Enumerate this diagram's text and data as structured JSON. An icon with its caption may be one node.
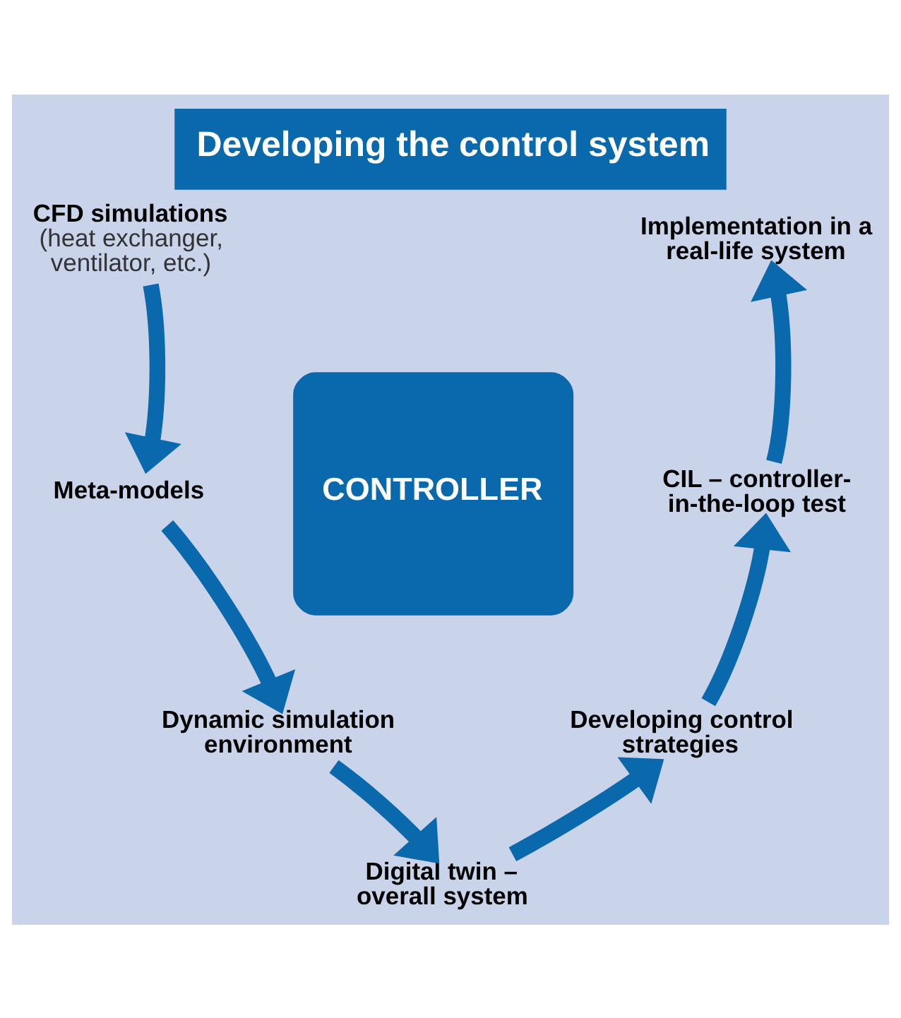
{
  "diagram": {
    "title": "Developing the control system",
    "nodes": [
      {
        "text": [
          "CFD simulations",
          "(heat exchanger, ventilator, etc.)"
        ]
      },
      {
        "text": [
          "Meta-models"
        ]
      },
      {
        "text": [
          "Dynamic simulation environment"
        ]
      },
      {
        "text": [
          "Digital twin – overall system"
        ]
      },
      {
        "text": [
          "Developing control strategies"
        ]
      },
      {
        "text": [
          "CIL – controller-in-the-loop test"
        ]
      },
      {
        "text": [
          "Implementation in a real-life system"
        ]
      },
      {
        "text": [
          "CONTROLLER"
        ]
      }
    ],
    "edges": [
      {
        "from": 0,
        "to": 1,
        "arrow": "to"
      },
      {
        "from": 1,
        "to": 2,
        "arrow": "to"
      },
      {
        "from": 2,
        "to": 3,
        "arrow": "to"
      },
      {
        "from": 3,
        "to": 4,
        "arrow": "to"
      },
      {
        "from": 4,
        "to": 5,
        "arrow": "to"
      },
      {
        "from": 5,
        "to": 6,
        "arrow": "to"
      }
    ]
  }
}
